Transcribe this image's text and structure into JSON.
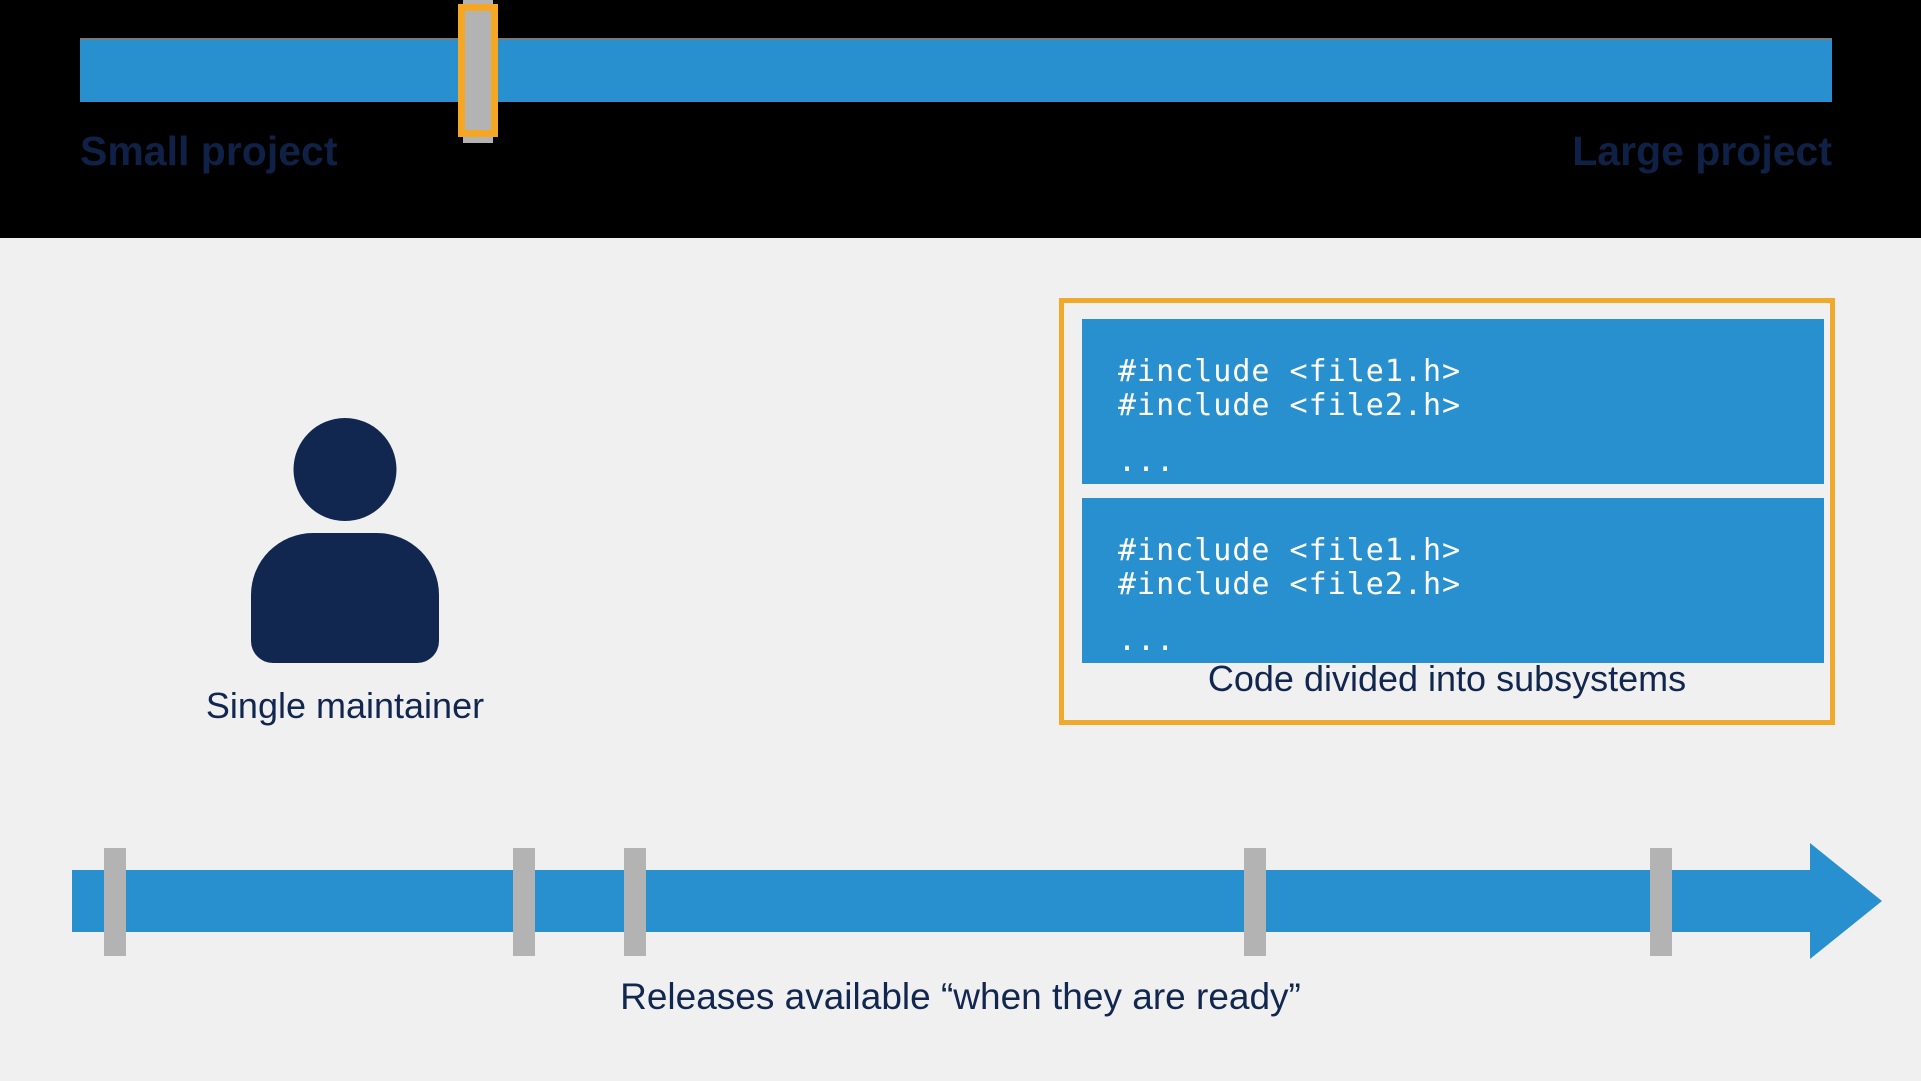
{
  "slider": {
    "left_label": "Small project",
    "right_label": "Large project",
    "track_color": "#2990d0",
    "handle_color": "#b3b3b3",
    "handle_outline_color": "#f5a623",
    "handle_position_percent": 22,
    "band_background": "#000000"
  },
  "maintainer": {
    "icon": "person-icon",
    "caption": "Single maintainer",
    "icon_color": "#12274f"
  },
  "subsystems": {
    "caption": "Code divided into subsystems",
    "highlight_border_color": "#f0a92b",
    "code_background": "#2990d0",
    "boxes": [
      {
        "lines": [
          "#include <file1.h>",
          "#include <file2.h>"
        ],
        "ellipsis": "..."
      },
      {
        "lines": [
          "#include <file1.h>",
          "#include <file2.h>"
        ],
        "ellipsis": "..."
      }
    ]
  },
  "timeline": {
    "caption": "Releases available “when they are ready”",
    "arrow_color": "#2990d0",
    "tick_color": "#b3b3b3",
    "tick_positions": [
      104,
      513,
      624,
      1244,
      1650
    ]
  },
  "theme": {
    "page_background": "#f0f0f0",
    "text_color": "#12274f",
    "accent_blue": "#2990d0",
    "accent_orange": "#f0a92b"
  }
}
